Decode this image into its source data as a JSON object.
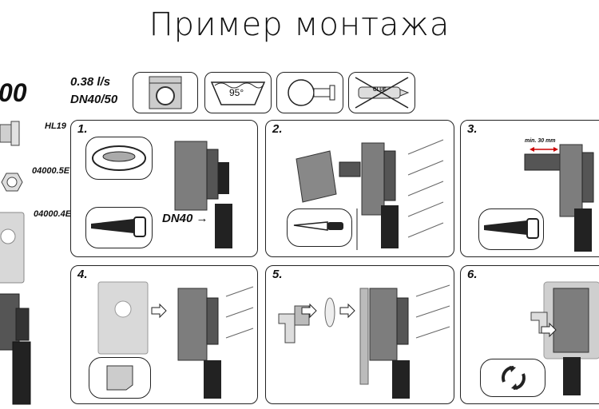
{
  "header": {
    "title": "Пример монтажа"
  },
  "product": {
    "code_fragment": "00",
    "flow": "0.38 l/s",
    "diameter": "DN40/50"
  },
  "side_labels": [
    "HL19",
    "04000.5E",
    "04000.4E"
  ],
  "icons": {
    "temperature": "95°",
    "no_glue_text": "GLUE"
  },
  "steps": [
    {
      "number": "1.",
      "label": "DN40 →"
    },
    {
      "number": "2."
    },
    {
      "number": "3.",
      "label": "min. 30 mm"
    },
    {
      "number": "4."
    },
    {
      "number": "5."
    },
    {
      "number": "6."
    }
  ]
}
